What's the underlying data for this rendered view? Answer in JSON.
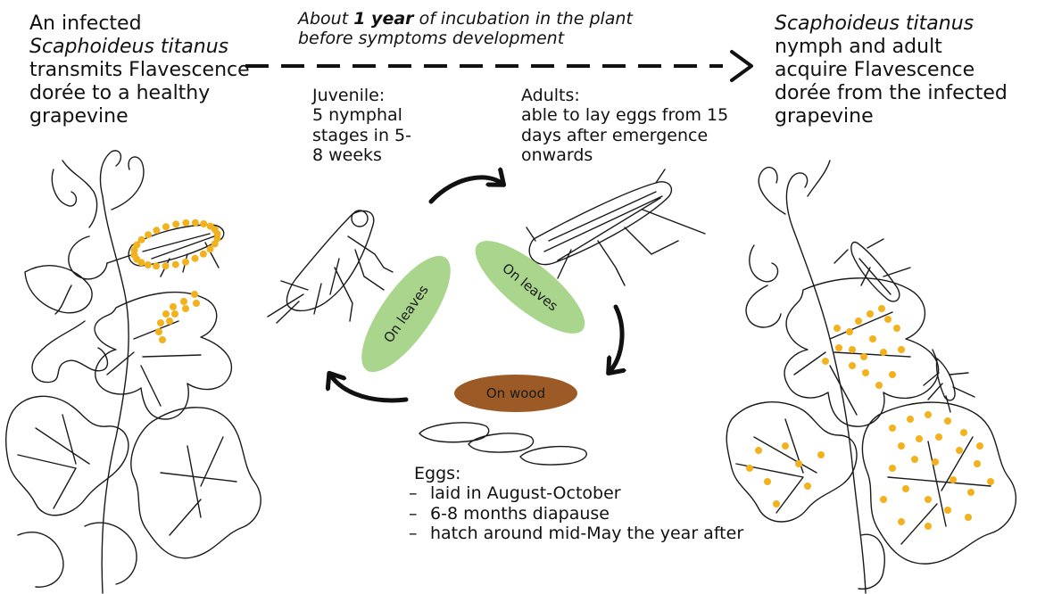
{
  "left_text": {
    "line1": "An infected",
    "species": "Scaphoideus titanus",
    "line3": "transmits Flavescence",
    "line4": "dorée to a healthy",
    "line5": "grapevine"
  },
  "incubation": {
    "prefix": "About ",
    "bold": "1 year",
    "suffix": " of incubation in the plant",
    "line2": "before symptoms development"
  },
  "right_text": {
    "species": "Scaphoideus titanus",
    "line2": "nymph and adult",
    "line3": "acquire Flavescence",
    "line4": "dorée from the infected",
    "line5": "grapevine"
  },
  "juvenile": {
    "title": "Juvenile:",
    "line1": "5 nymphal",
    "line2": "stages in 5-",
    "line3": "8 weeks"
  },
  "adults": {
    "title": "Adults:",
    "line1": "able to lay eggs from 15",
    "line2": "days after emergence",
    "line3": "onwards"
  },
  "eggs": {
    "title": "Eggs:",
    "items": [
      "laid in August-October",
      "6-8 months diapause",
      "hatch around mid-May the year after"
    ]
  },
  "labels": {
    "on_leaves_left": "On leaves",
    "on_leaves_right": "On leaves",
    "on_wood": "On wood"
  },
  "colors": {
    "leaf_green": "#a9d58c",
    "wood_brown": "#9c5a26",
    "phytoplasma_yellow": "#f2b21d",
    "ink": "#111111"
  }
}
